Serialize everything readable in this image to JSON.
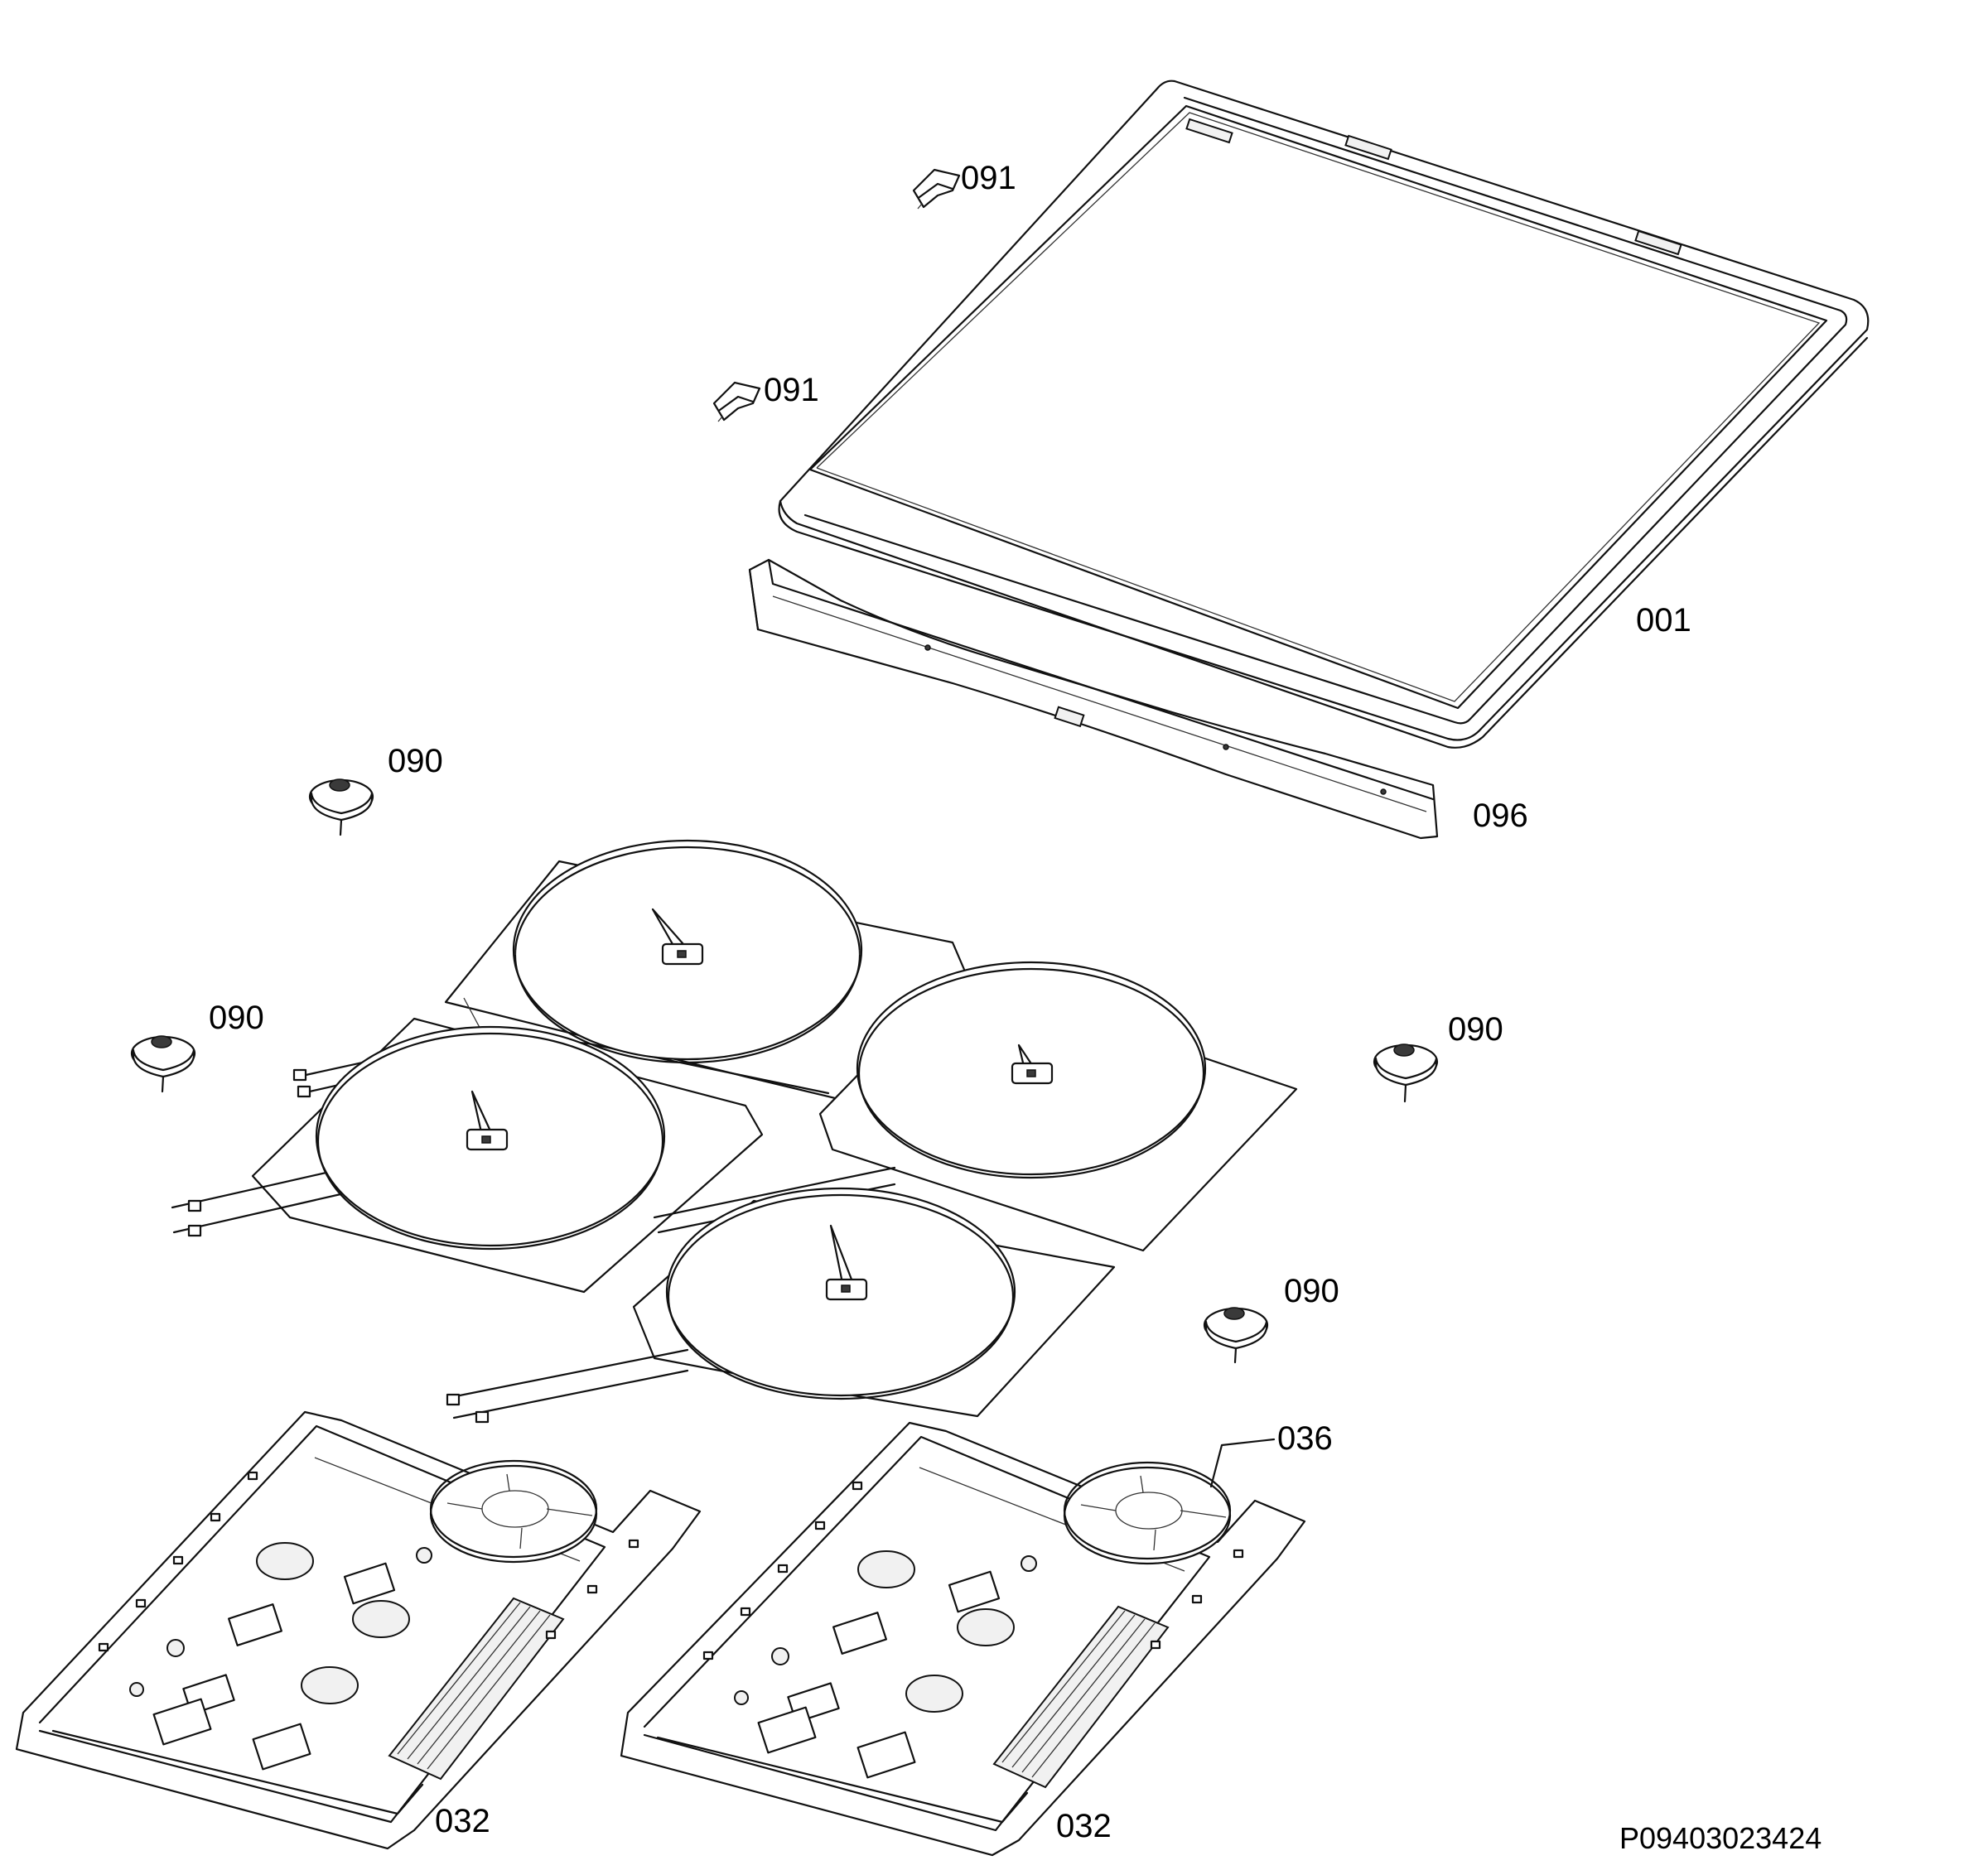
{
  "callouts": {
    "glass_top": "001",
    "clip_upper": "091",
    "clip_lower": "091",
    "front_profile": "096",
    "sensor_tl": "090",
    "sensor_ml": "090",
    "sensor_r": "090",
    "sensor_b": "090",
    "fan": "036",
    "board_left": "032",
    "board_right": "032"
  },
  "drawing_number": "P09403023424"
}
